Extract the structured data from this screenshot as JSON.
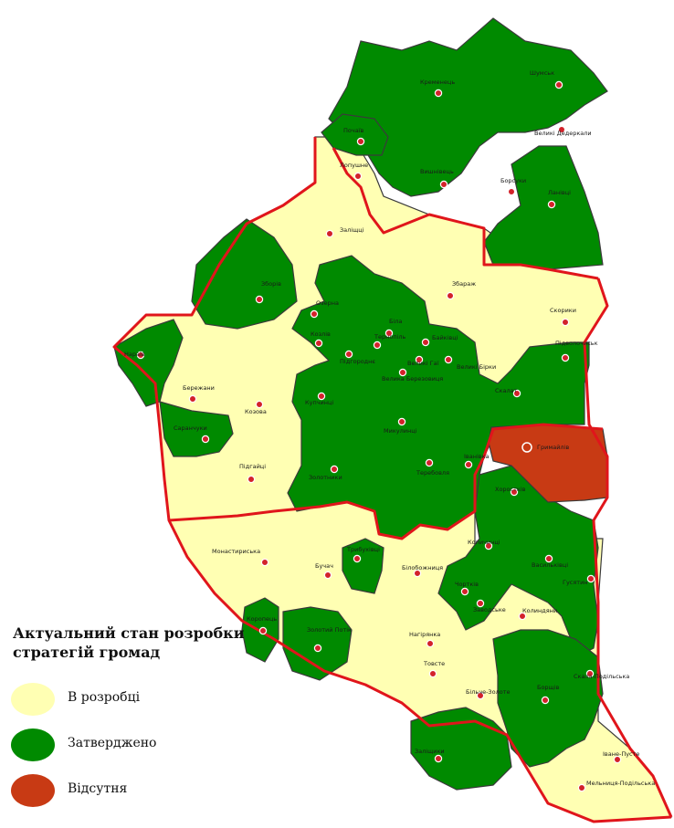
{
  "legend": {
    "title_line1": "Актуальний стан розробки",
    "title_line2": "стратегій громад",
    "items": [
      {
        "label": "В розробці",
        "color": "#FFFFB3"
      },
      {
        "label": "Затверджено",
        "color": "#008A00"
      },
      {
        "label": "Відсутня",
        "color": "#C83A14"
      }
    ]
  },
  "colors": {
    "in_development": "#FFFFB3",
    "approved": "#008A00",
    "absent": "#C83A14",
    "district_border": "#E0151B",
    "community_border": "#3A3A3A"
  },
  "communities": {
    "kremenets": "Кременець",
    "shumsk": "Шумськ",
    "velyki_dederkaly": "Великі Дедеркали",
    "pochaiv": "Почаїв",
    "vyshnivets": "Вишнівець",
    "borsuky": "Борсуки",
    "lanivtsi": "Ланівці",
    "lopushne": "Лопушне",
    "zaliztsi": "Заліщці",
    "zboriv": "Зборів",
    "zbarazh": "Збараж",
    "ozerna": "Озерна",
    "skoryky": "Скорики",
    "kozliv": "Козлів",
    "bila": "Біла",
    "ternopil": "Тернопіль",
    "baikivtsi": "Байківці",
    "pidhorodne": "Підгороднє",
    "velyki_hai": "Великі Гаї",
    "velykyi_birky": "Великі Бірки",
    "pidvolochysk": "Підволочиськ",
    "narayiv": "Нараїв",
    "berezhany": "Бережани",
    "kozova": "Козова",
    "kupchyntsi": "Купчинці",
    "velyka_berezovytsia": "Велика Березовиця",
    "skalat": "Скалат",
    "saranchuky": "Саранчуки",
    "mykulyntsi": "Микулинці",
    "hrymailiv": "Гримайлів",
    "pidhaitsi": "Підгайці",
    "zolotnyky": "Золотники",
    "terebovlia": "Теребовля",
    "ivanivka": "Іванівка",
    "khorostkiv": "Хоростків",
    "monastyryska": "Монастириська",
    "buchach": "Бучач",
    "trybukhivtsi": "Трибухівці",
    "bilobozhnytsia": "Білобожниця",
    "kopychyntsi": "Копичинці",
    "vasylkivtsi": "Васильківці",
    "husiatyn": "Гусятин",
    "chortkiv": "Чортків",
    "zavodske": "Заводське",
    "koropets": "Коропець",
    "zolotyi_potik": "Золотий Потік",
    "nahirianka": "Нагірянка",
    "kolyndiany": "Колиндяни",
    "tovste": "Товсте",
    "borshchiv": "Борщів",
    "skala_podilska": "Скала-Подільська",
    "bilche_zolote": "Більче-Золоте",
    "zalishchyky": "Заліщики",
    "ivane_puste": "Іване-Пусте",
    "melnytsia_podilska": "Мельниця-Подільська"
  }
}
